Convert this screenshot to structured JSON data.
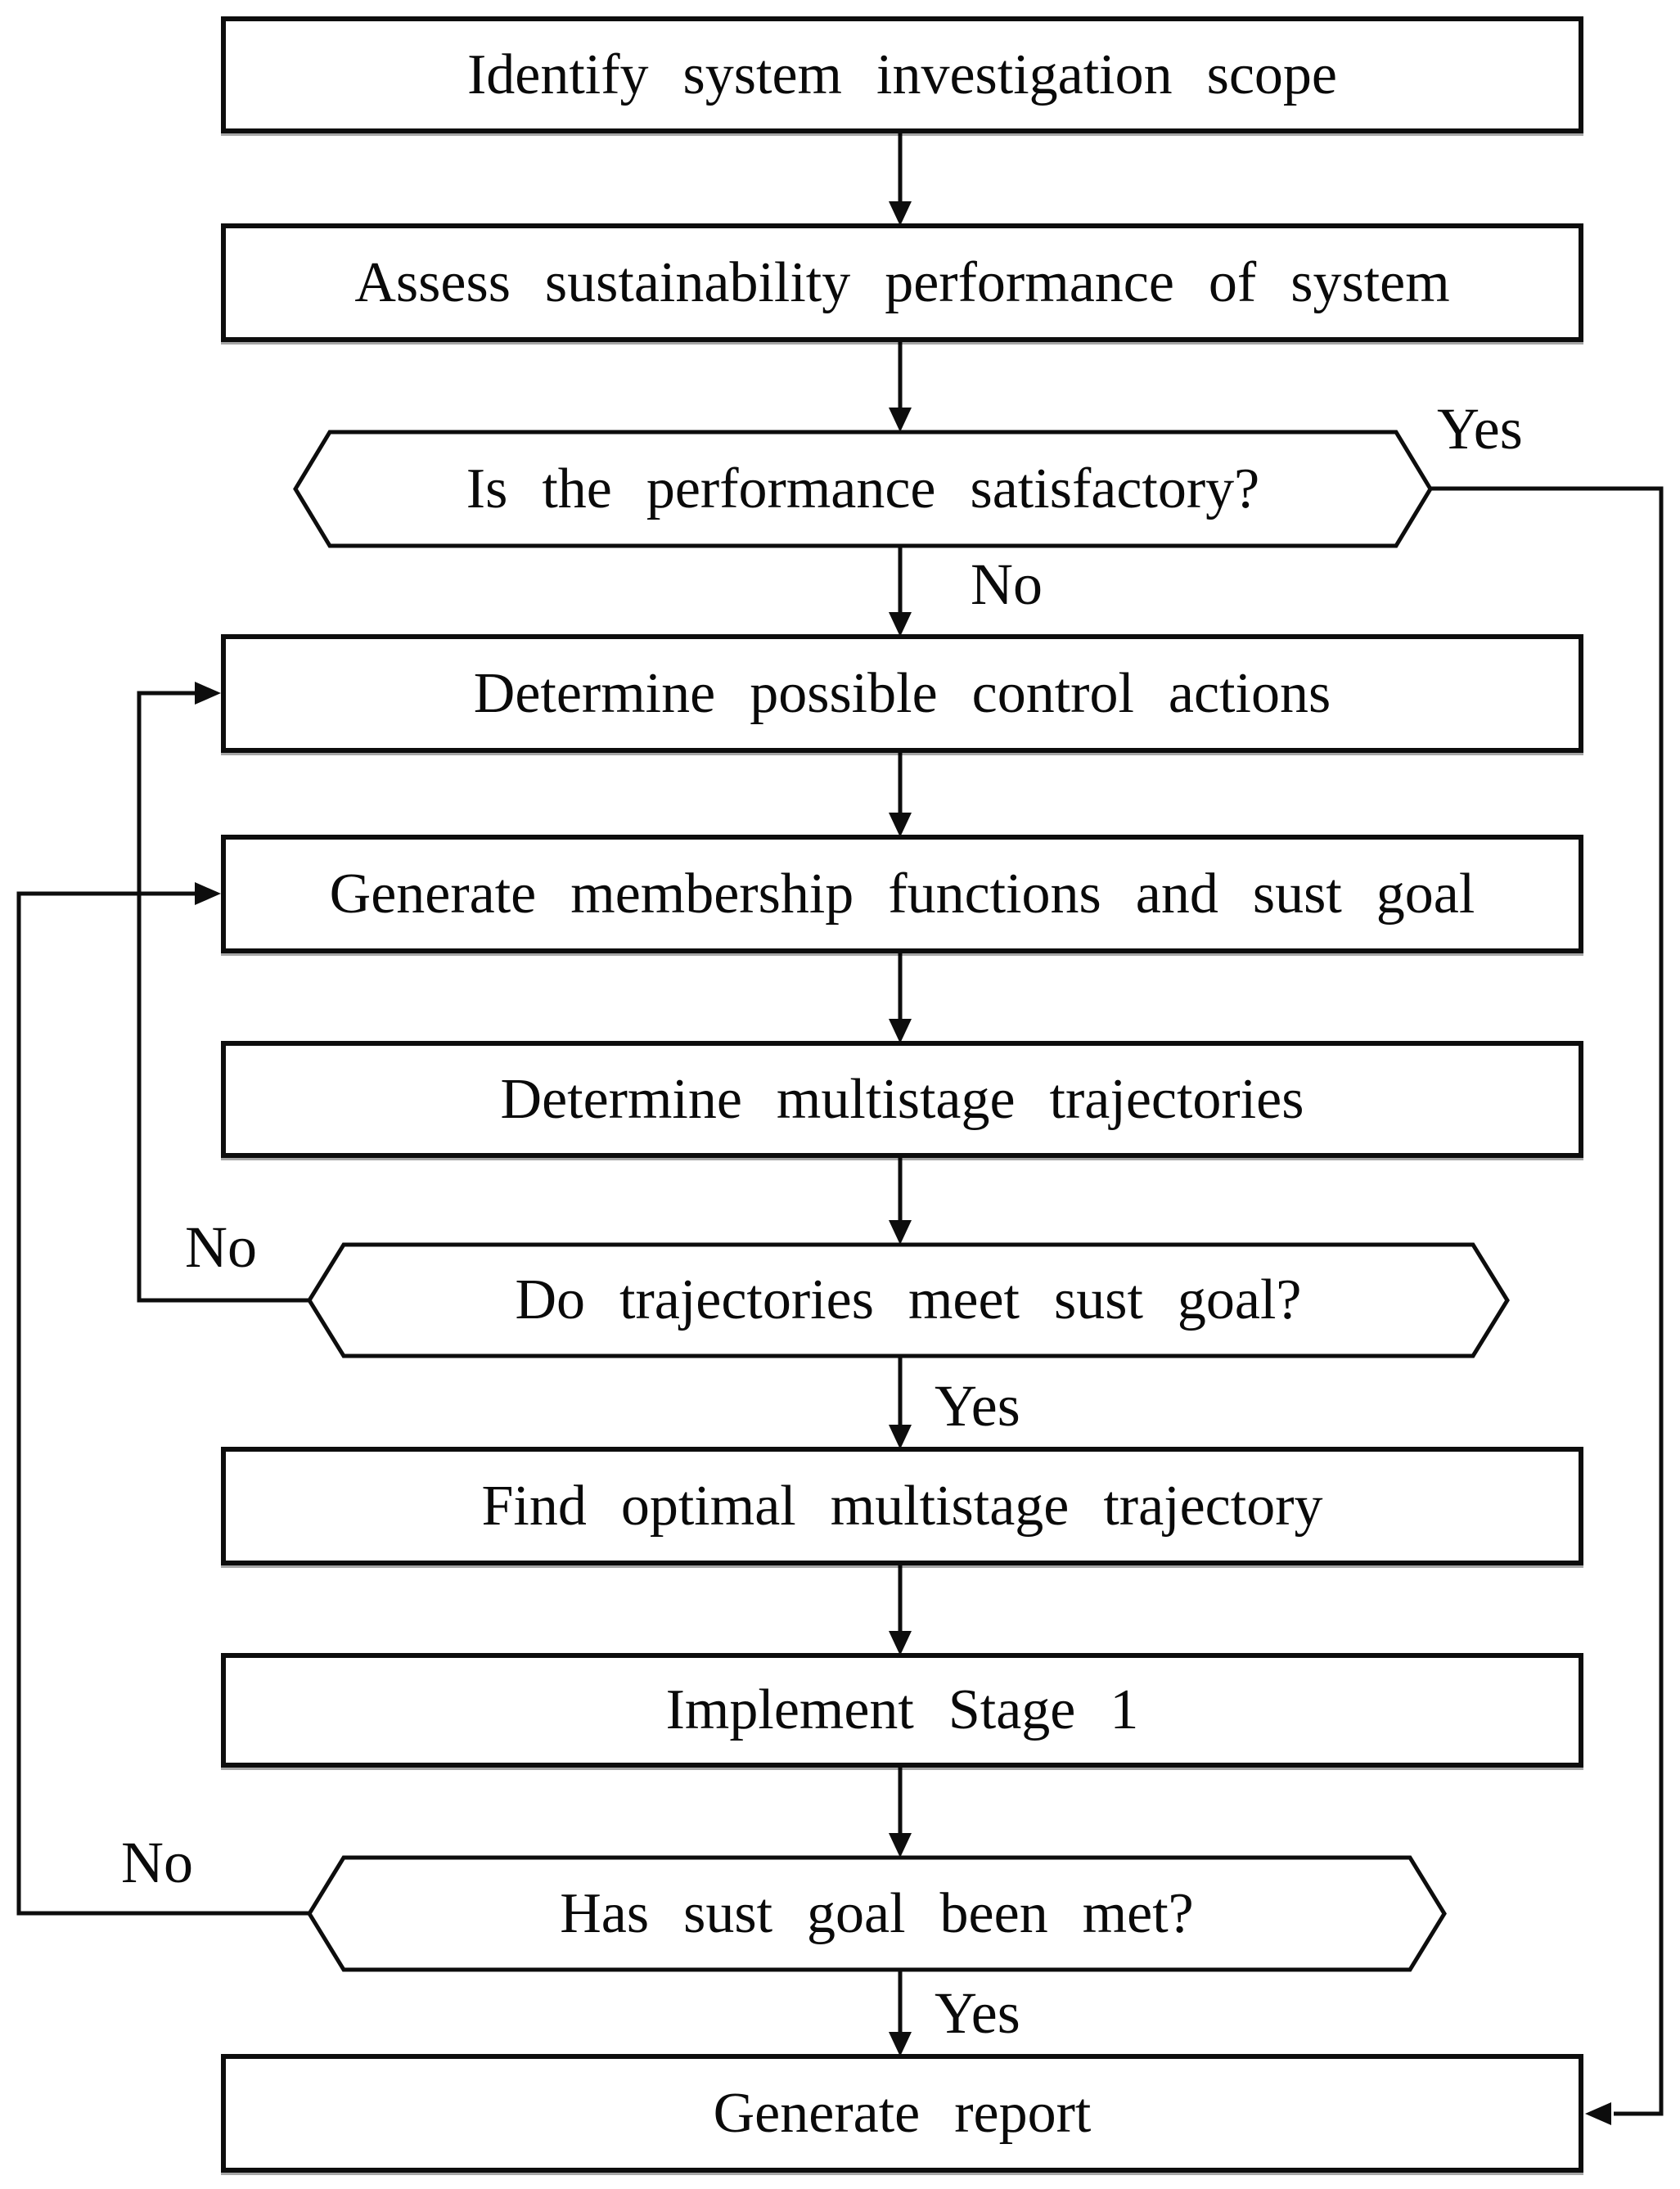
{
  "diagram": {
    "type": "flowchart",
    "nodes": [
      {
        "id": "identify-scope",
        "shape": "process",
        "label": "Identify system investigation scope"
      },
      {
        "id": "assess-performance",
        "shape": "process",
        "label": "Assess sustainability performance of system"
      },
      {
        "id": "performance-satisfactory",
        "shape": "decision",
        "label": "Is the performance satisfactory?"
      },
      {
        "id": "determine-control-actions",
        "shape": "process",
        "label": "Determine possible control actions"
      },
      {
        "id": "generate-membership",
        "shape": "process",
        "label": "Generate membership functions and sust goal"
      },
      {
        "id": "determine-trajectories",
        "shape": "process",
        "label": "Determine multistage trajectories"
      },
      {
        "id": "trajectories-meet-goal",
        "shape": "decision",
        "label": "Do trajectories meet sust goal?"
      },
      {
        "id": "find-optimal-trajectory",
        "shape": "process",
        "label": "Find optimal multistage trajectory"
      },
      {
        "id": "implement-stage-1",
        "shape": "process",
        "label": "Implement Stage 1"
      },
      {
        "id": "sust-goal-met",
        "shape": "decision",
        "label": "Has sust goal been met?"
      },
      {
        "id": "generate-report",
        "shape": "process",
        "label": "Generate report"
      }
    ],
    "edges": [
      {
        "from": "identify-scope",
        "to": "assess-performance",
        "label": ""
      },
      {
        "from": "assess-performance",
        "to": "performance-satisfactory",
        "label": ""
      },
      {
        "from": "performance-satisfactory",
        "to": "determine-control-actions",
        "label": "No"
      },
      {
        "from": "determine-control-actions",
        "to": "generate-membership",
        "label": ""
      },
      {
        "from": "generate-membership",
        "to": "determine-trajectories",
        "label": ""
      },
      {
        "from": "determine-trajectories",
        "to": "trajectories-meet-goal",
        "label": ""
      },
      {
        "from": "trajectories-meet-goal",
        "to": "find-optimal-trajectory",
        "label": "Yes"
      },
      {
        "from": "find-optimal-trajectory",
        "to": "implement-stage-1",
        "label": ""
      },
      {
        "from": "implement-stage-1",
        "to": "sust-goal-met",
        "label": ""
      },
      {
        "from": "sust-goal-met",
        "to": "generate-report",
        "label": "Yes"
      },
      {
        "from": "performance-satisfactory",
        "to": "generate-report",
        "label": "Yes"
      },
      {
        "from": "trajectories-meet-goal",
        "to": "determine-control-actions",
        "label": "No"
      },
      {
        "from": "sust-goal-met",
        "to": "generate-membership",
        "label": "No"
      }
    ],
    "colors": {
      "stroke": "#0d0d0d",
      "fill": "#ffffff",
      "text": "#0a0a0a",
      "background": "#ffffff"
    }
  }
}
